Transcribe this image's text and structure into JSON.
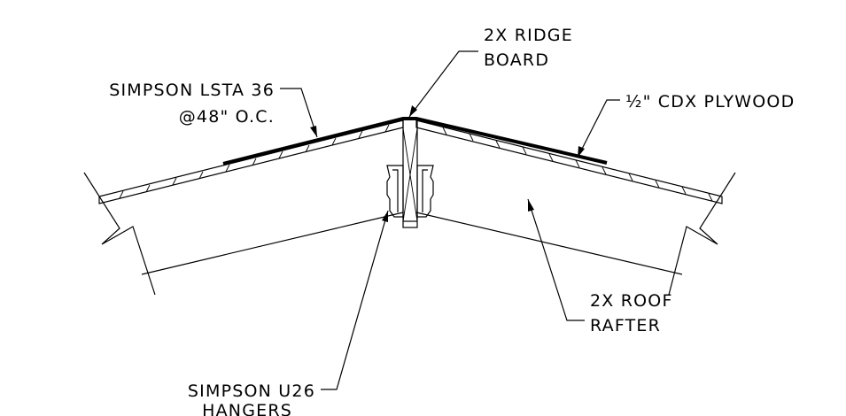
{
  "labels": {
    "ridge_board": [
      "2X RIDGE",
      "BOARD"
    ],
    "lsta": [
      "SIMPSON LSTA 36",
      "@48\" O.C."
    ],
    "plywood": "½\" CDX PLYWOOD",
    "rafter": [
      "2X ROOF",
      "RAFTER"
    ],
    "hangers": [
      "SIMPSON U26",
      "HANGERS"
    ]
  }
}
